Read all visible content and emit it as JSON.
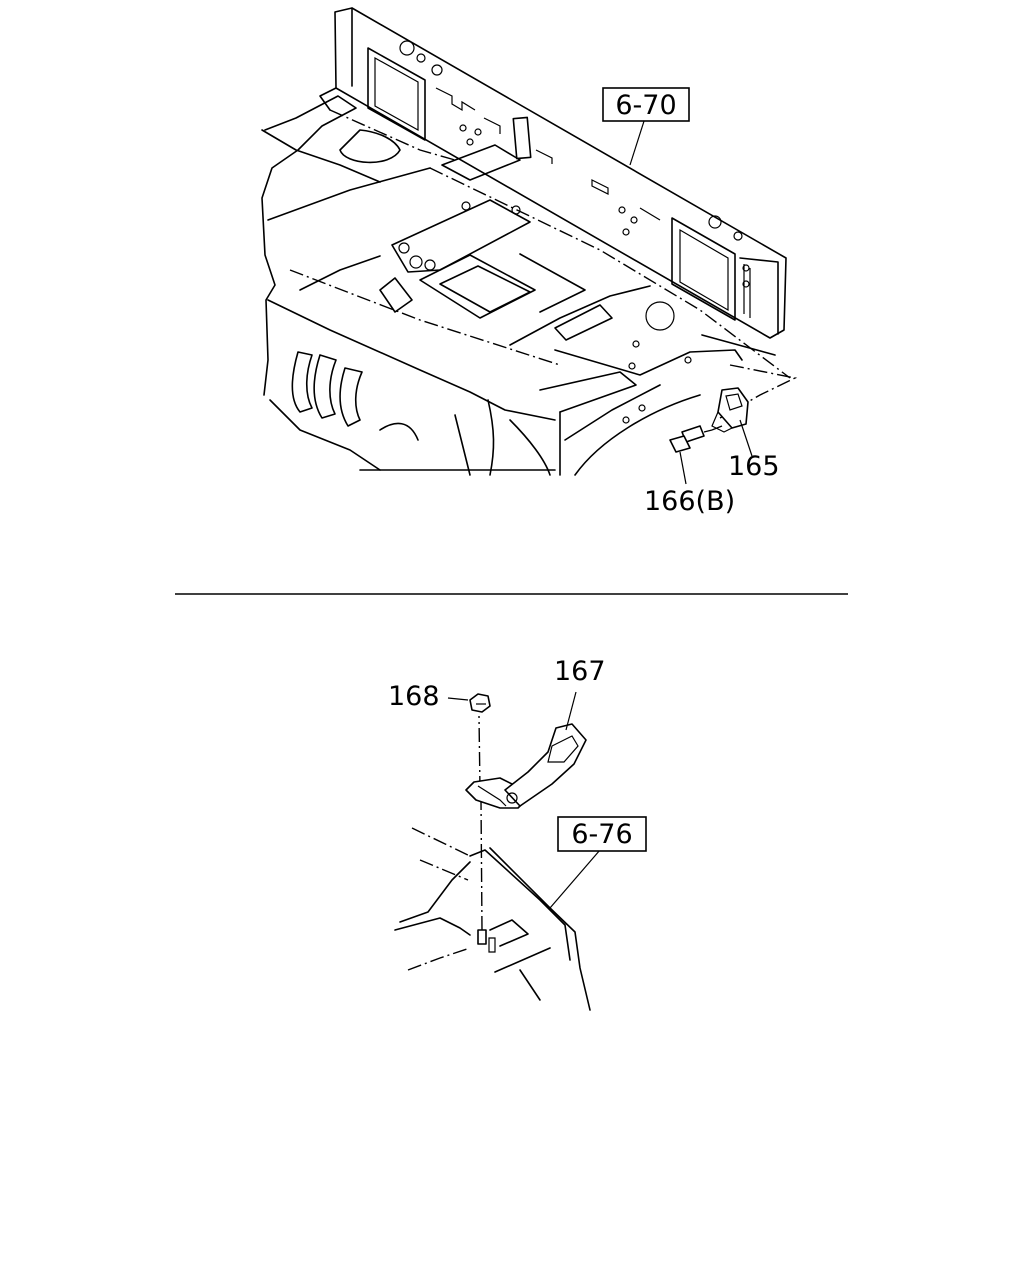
{
  "upper_view": {
    "ref_box": "6-70",
    "callouts": {
      "bracket": "165",
      "bolt": "166(B)"
    }
  },
  "lower_view": {
    "ref_box": "6-76",
    "callouts": {
      "nut": "168",
      "bracket": "167"
    }
  }
}
